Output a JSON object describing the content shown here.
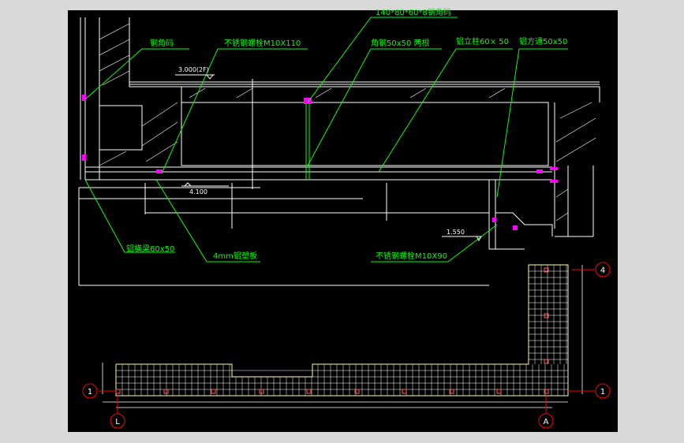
{
  "colors": {
    "background": "#d9d9d9",
    "drawing_area": "#000000",
    "wall_line": "#ffffff",
    "leader": "#00ff00",
    "fixing": "#ff00ff",
    "dimension_text": "#00ff00",
    "axis_bubble": "#ff0000",
    "grid": "#ffffff",
    "border": "#ffffcc"
  },
  "labels": {
    "steel_angle_code": "钢角码",
    "stainless_bolt_top": "不锈钢螺栓M10X110",
    "angle_code_spec": "140*80*60*8钢角码",
    "angle_steel": "角钢50x50 两根",
    "alu_post": "铝立柱60× 50",
    "alu_square_tube": "铝方通50x50",
    "alu_beam": "铝横梁60x50",
    "alu_panel": "4mm铝塑板",
    "stainless_bolt_bottom": "不锈钢螺栓M10X90"
  },
  "elevations": {
    "floor_2f": "3.000(2F)",
    "level_top": "4.100",
    "level_low": "1.550"
  },
  "axes": {
    "axis_4": "4",
    "axis_1_left": "1",
    "axis_1_right": "1",
    "axis_l": "L",
    "axis_a": "A"
  }
}
